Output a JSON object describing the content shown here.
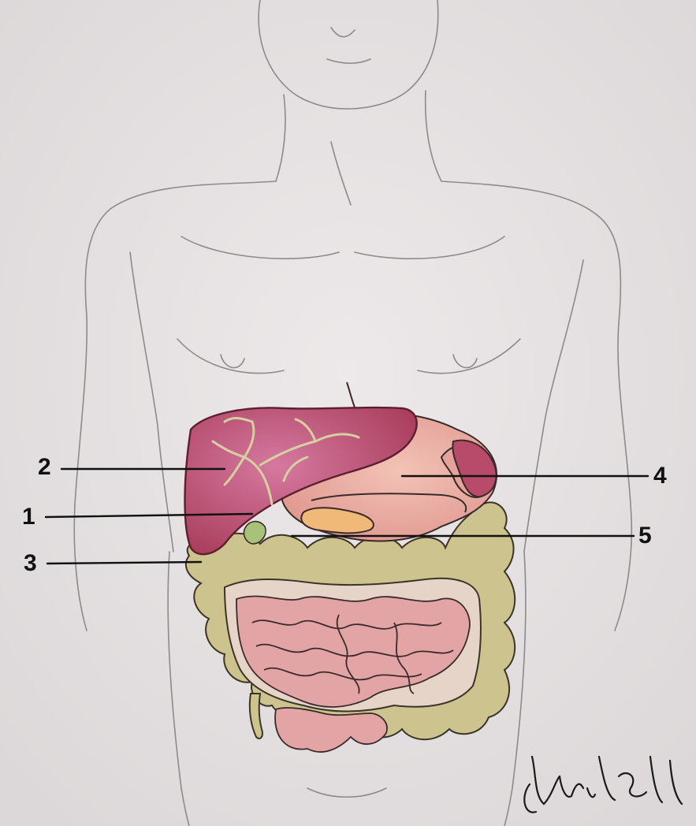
{
  "labels": {
    "n1": "1",
    "n2": "2",
    "n3": "3",
    "n4": "4",
    "n5": "5"
  },
  "signature_text": "Chris Whell",
  "colors": {
    "paper": "#e9e6e7",
    "pencil": "#8d8a8c",
    "liver": "#b84a6a",
    "stomach": "#e8a9a0",
    "large_intestine": "#cdc38f",
    "small_intestine": "#e2a4a4",
    "gallbladder": "#a8c27a",
    "leader_line": "#111111"
  }
}
